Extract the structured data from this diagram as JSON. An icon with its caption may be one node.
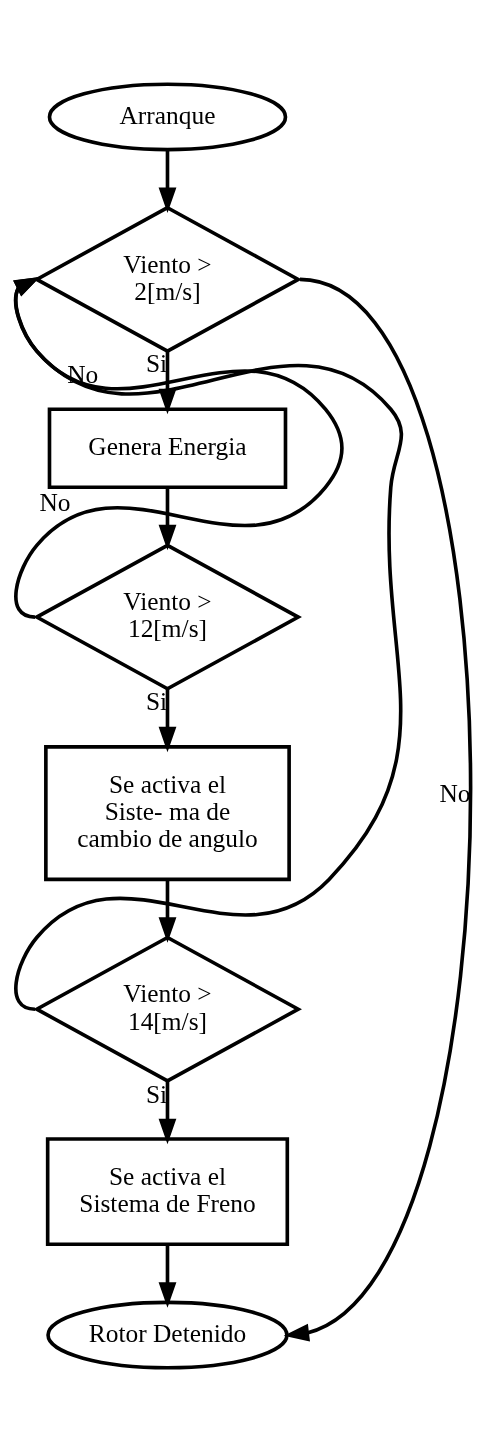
{
  "diagram": {
    "nodes": [
      {
        "text": [
          "Arranque"
        ]
      },
      {
        "text": [
          "Viento > 2[m/s]"
        ]
      },
      {
        "text": [
          "Genera Energia"
        ]
      },
      {
        "text": [
          "Viento > 12[m/s]"
        ]
      },
      {
        "text": [
          "Se activa el Siste- ma de cambio de angulo"
        ]
      },
      {
        "text": [
          "Viento > 14[m/s]"
        ]
      },
      {
        "text": [
          "Se activa el Sistema de Freno"
        ]
      },
      {
        "text": [
          "Rotor Detenido"
        ]
      }
    ],
    "edges": [
      {
        "from": 0,
        "to": 1,
        "arrow": "to"
      },
      {
        "from": 1,
        "to": 2,
        "label": "Si",
        "arrow": "to"
      },
      {
        "from": 1,
        "to": 7,
        "label": "No",
        "arrow": "to"
      },
      {
        "from": 2,
        "to": 3,
        "arrow": "to"
      },
      {
        "from": 3,
        "to": 4,
        "label": "Si",
        "arrow": "to"
      },
      {
        "from": 3,
        "to": 1,
        "label": "No",
        "arrow": "to"
      },
      {
        "from": 4,
        "to": 5,
        "arrow": "to"
      },
      {
        "from": 5,
        "to": 6,
        "label": "Si",
        "arrow": "to"
      },
      {
        "from": 5,
        "to": 1,
        "label": "No",
        "arrow": "to"
      },
      {
        "from": 6,
        "to": 7,
        "arrow": "to"
      }
    ]
  }
}
